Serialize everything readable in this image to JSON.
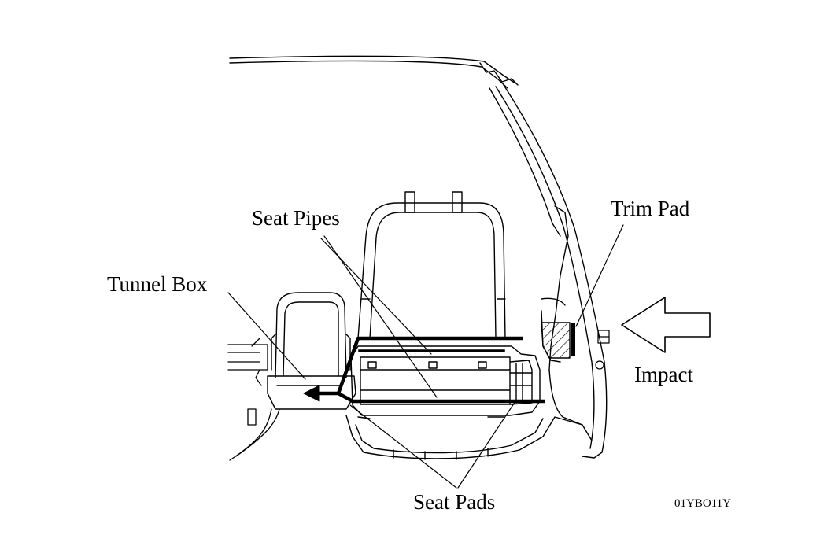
{
  "diagram": {
    "labels": {
      "seat_pipes": "Seat Pipes",
      "tunnel_box": "Tunnel Box",
      "trim_pad": "Trim Pad",
      "impact": "Impact",
      "seat_pads": "Seat Pads"
    },
    "figure_code": "01YBO11Y",
    "colors": {
      "ink": "#000000",
      "paper": "#ffffff"
    }
  }
}
